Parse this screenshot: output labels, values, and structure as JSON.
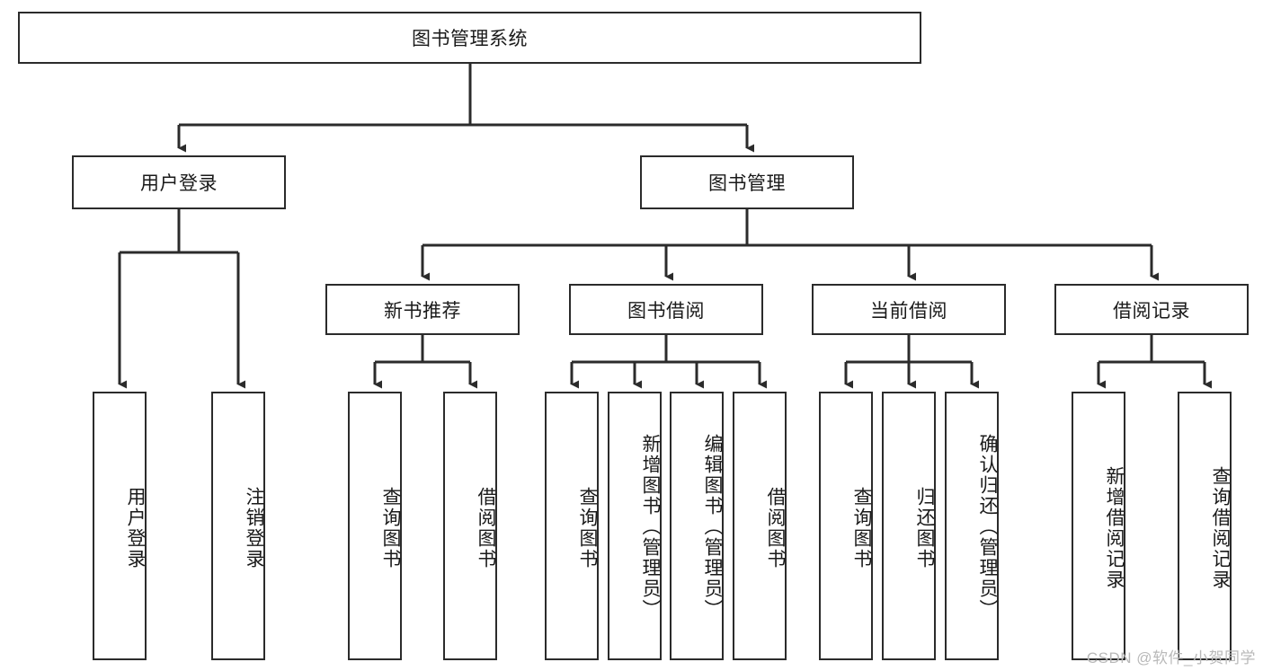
{
  "diagram": {
    "type": "tree-hierarchy-diagram",
    "title": "图书管理系统",
    "colors": {
      "background": "#ffffff",
      "border": "#2b2b2b",
      "text": "#1a1a1a",
      "connector": "#2b2b2b",
      "watermark": "#b9b9b9"
    },
    "root": {
      "id": "root",
      "label": "图书管理系统"
    },
    "level1": [
      {
        "id": "user-login",
        "label": "用户登录"
      },
      {
        "id": "book-management",
        "label": "图书管理"
      }
    ],
    "level2": [
      {
        "id": "new-book-recommend",
        "label": "新书推荐",
        "parent": "book-management"
      },
      {
        "id": "book-borrow",
        "label": "图书借阅",
        "parent": "book-management"
      },
      {
        "id": "current-borrow",
        "label": "当前借阅",
        "parent": "book-management"
      },
      {
        "id": "borrow-record",
        "label": "借阅记录",
        "parent": "book-management"
      }
    ],
    "leaves": [
      {
        "id": "leaf-user-login",
        "label": "用户登录",
        "parent": "user-login"
      },
      {
        "id": "leaf-logout-login",
        "label": "注销登录",
        "parent": "user-login"
      },
      {
        "id": "leaf-query-book-1",
        "label": "查询图书",
        "parent": "new-book-recommend"
      },
      {
        "id": "leaf-borrow-book-1",
        "label": "借阅图书",
        "parent": "new-book-recommend"
      },
      {
        "id": "leaf-query-book-2",
        "label": "查询图书",
        "parent": "book-borrow"
      },
      {
        "id": "leaf-add-book",
        "label": "新增图书（管理员）",
        "parent": "book-borrow"
      },
      {
        "id": "leaf-edit-book",
        "label": "编辑图书（管理员）",
        "parent": "book-borrow"
      },
      {
        "id": "leaf-borrow-book-2",
        "label": "借阅图书",
        "parent": "book-borrow"
      },
      {
        "id": "leaf-query-book-3",
        "label": "查询图书",
        "parent": "current-borrow"
      },
      {
        "id": "leaf-return-book",
        "label": "归还图书",
        "parent": "current-borrow"
      },
      {
        "id": "leaf-confirm-return",
        "label": "确认归还（管理员）",
        "parent": "current-borrow"
      },
      {
        "id": "leaf-add-record",
        "label": "新增借阅记录",
        "parent": "borrow-record"
      },
      {
        "id": "leaf-query-record",
        "label": "查询借阅记录",
        "parent": "borrow-record"
      }
    ]
  },
  "watermark": {
    "text": "CSDN @软件_小贺同学"
  }
}
